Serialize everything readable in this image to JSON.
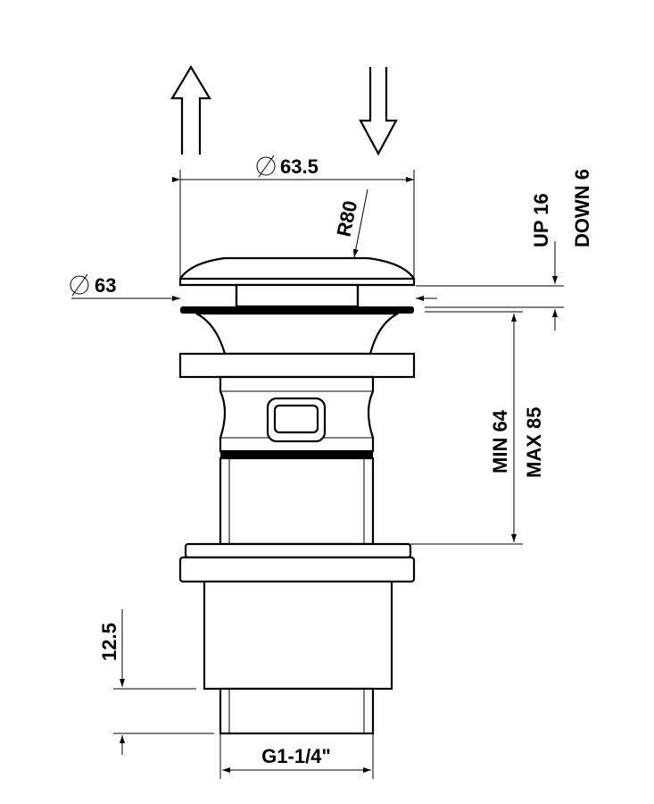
{
  "drawing": {
    "dimensions": {
      "cap_diameter": "63.5",
      "body_diameter": "63",
      "cap_radius": "R80",
      "stroke_up": "UP 16",
      "stroke_down": "DOWN 6",
      "length_min": "MIN 64",
      "length_max": "MAX 85",
      "thread_length": "12.5",
      "thread": "G1-1/4\""
    },
    "icons": {
      "up_arrow": "arrow-up-icon",
      "down_arrow": "arrow-down-icon",
      "diameter_symbol": "diameter-symbol-icon"
    }
  }
}
